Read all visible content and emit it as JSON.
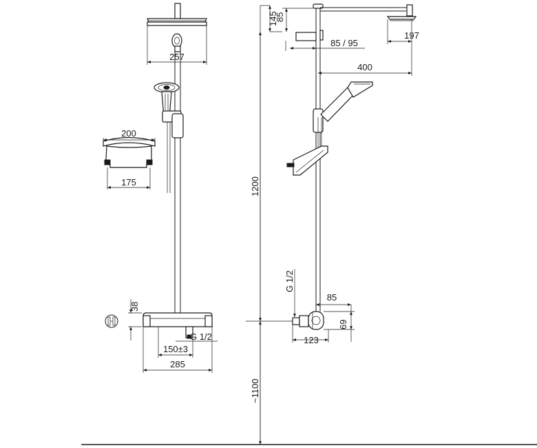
{
  "dimensions": {
    "head_width": "257",
    "shelf_outer": "200",
    "shelf_inner": "175",
    "mixer_height": "38",
    "inlet_spacing": "150±3",
    "mixer_width": "285",
    "inlet_thread_front": "G 1/2",
    "top_145": "145",
    "top_85": "85",
    "head_side": "197",
    "holder_offset": "85 / 95",
    "arm_length": "400",
    "rail_height": "1200",
    "inlet_thread_side": "G 1/2",
    "outlet_85": "85",
    "outlet_69": "69",
    "outlet_123": "123",
    "floor_height": "~1100"
  }
}
